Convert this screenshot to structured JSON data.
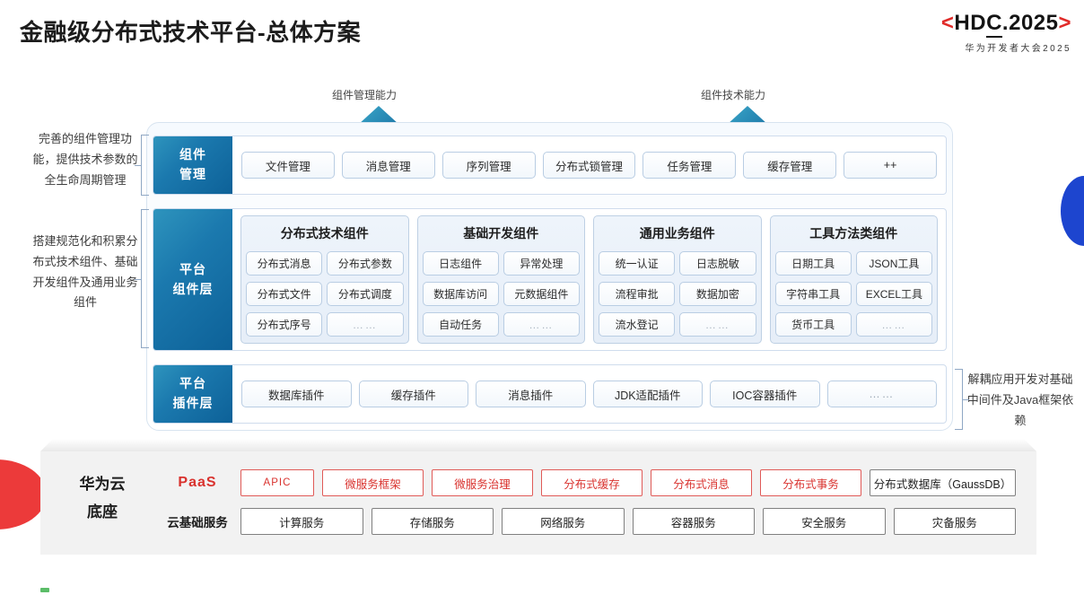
{
  "header": {
    "title": "金融级分布式技术平台-总体方案",
    "logo_bracket_left": "<",
    "logo_bracket_right": ">",
    "logo_main_a": "HD",
    "logo_main_b": "C",
    "logo_main_c": ".2025",
    "logo_sub": "华为开发者大会2025"
  },
  "arrows": [
    {
      "label": "组件管理能力"
    },
    {
      "label": "组件技术能力"
    }
  ],
  "annotations": {
    "left": [
      "完善的组件管理功能，提供技术参数的全生命周期管理",
      "搭建规范化和积累分布式技术组件、基础开发组件及通用业务组件"
    ],
    "right": [
      "解耦应用开发对基础中间件及Java框架依赖"
    ]
  },
  "component_management": {
    "label_line1": "组件",
    "label_line2": "管理",
    "items": [
      "文件管理",
      "消息管理",
      "序列管理",
      "分布式锁管理",
      "任务管理",
      "缓存管理",
      "++"
    ]
  },
  "platform_component_layer": {
    "label_line1": "平台",
    "label_line2": "组件层",
    "groups": [
      {
        "title": "分布式技术组件",
        "cells": [
          "分布式消息",
          "分布式参数",
          "分布式文件",
          "分布式调度",
          "分布式序号",
          "……"
        ]
      },
      {
        "title": "基础开发组件",
        "cells": [
          "日志组件",
          "异常处理",
          "数据库访问",
          "元数据组件",
          "自动任务",
          "……"
        ]
      },
      {
        "title": "通用业务组件",
        "cells": [
          "统一认证",
          "日志脱敏",
          "流程审批",
          "数据加密",
          "流水登记",
          "……"
        ]
      },
      {
        "title": "工具方法类组件",
        "cells": [
          "日期工具",
          "JSON工具",
          "字符串工具",
          "EXCEL工具",
          "货币工具",
          "……"
        ]
      }
    ]
  },
  "platform_plugin_layer": {
    "label_line1": "平台",
    "label_line2": "插件层",
    "items": [
      "数据库插件",
      "缓存插件",
      "消息插件",
      "JDK适配插件",
      "IOC容器插件",
      "……"
    ]
  },
  "cloud_base": {
    "label_line1": "华为云",
    "label_line2": "底座",
    "rows": [
      {
        "name": "PaaS",
        "items": [
          {
            "text": "APIC",
            "highlight": true,
            "size": "sm"
          },
          {
            "text": "微服务框架",
            "highlight": true,
            "size": "md"
          },
          {
            "text": "微服务治理",
            "highlight": true,
            "size": "md"
          },
          {
            "text": "分布式缓存",
            "highlight": true,
            "size": "md"
          },
          {
            "text": "分布式消息",
            "highlight": true,
            "size": "md"
          },
          {
            "text": "分布式事务",
            "highlight": true,
            "size": "md"
          },
          {
            "text": "分布式数据库（GaussDB）",
            "highlight": false,
            "size": "lg"
          }
        ]
      },
      {
        "name": "云基础服务",
        "items": [
          {
            "text": "计算服务",
            "highlight": false,
            "size": "md"
          },
          {
            "text": "存储服务",
            "highlight": false,
            "size": "md"
          },
          {
            "text": "网络服务",
            "highlight": false,
            "size": "md"
          },
          {
            "text": "容器服务",
            "highlight": false,
            "size": "md"
          },
          {
            "text": "安全服务",
            "highlight": false,
            "size": "md"
          },
          {
            "text": "灾备服务",
            "highlight": false,
            "size": "md"
          }
        ]
      }
    ]
  },
  "colors": {
    "brand_red": "#d9322e",
    "brand_blue": "#0d6198",
    "accent_blue": "#1d45cf",
    "panel_gray": "#f2f2f2"
  }
}
